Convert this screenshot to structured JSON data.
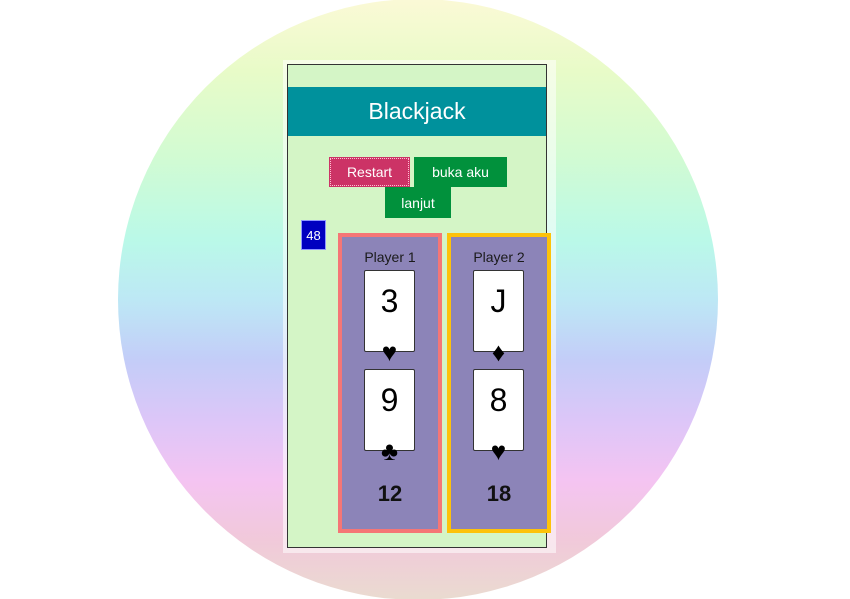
{
  "game": {
    "title": "Blackjack",
    "deck_remaining": "48"
  },
  "buttons": {
    "restart": "Restart",
    "open": "buka aku",
    "next": "lanjut"
  },
  "players": [
    {
      "name": "Player 1",
      "cards": [
        {
          "rank": "3",
          "suit": "♥",
          "suit_name": "hearts"
        },
        {
          "rank": "9",
          "suit": "♣",
          "suit_name": "clubs"
        }
      ],
      "score": "12"
    },
    {
      "name": "Player 2",
      "cards": [
        {
          "rank": "J",
          "suit": "♦",
          "suit_name": "diamonds"
        },
        {
          "rank": "8",
          "suit": "♥",
          "suit_name": "hearts"
        }
      ],
      "score": "18"
    }
  ],
  "colors": {
    "header": "#00919c",
    "restart_button": "#cc3366",
    "action_button": "#01913c",
    "deck_badge": "#0000c0",
    "panel_bg": "#8c84b8",
    "player1_border": "#f57676",
    "player2_border": "#fdc20a",
    "table_bg": "#d4f5c6"
  }
}
